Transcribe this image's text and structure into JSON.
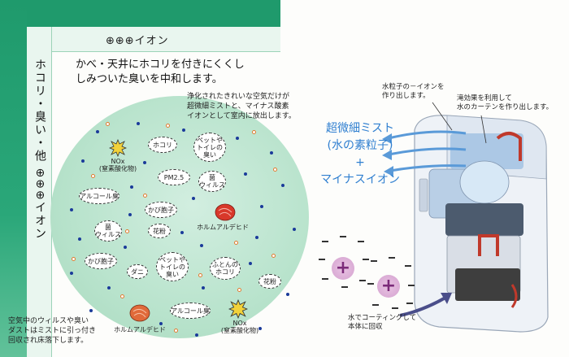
{
  "header": {
    "title": "⊕⊕⊕イオン"
  },
  "sidebar": {
    "vertical_title": "ホコリ・臭い・他 ⊕⊕⊕イオン"
  },
  "main": {
    "lead_line1": "かべ・天井にホコリを付きにくくし",
    "lead_line2": "しみついた臭いを中和します。",
    "sub_line1": "浄化されたきれいな空気だけが",
    "sub_line2": "超微細ミストと、マイナス酸素",
    "sub_line3": "イオンとして室内に放出します。",
    "bottom_line1": "空気中のウィルスや臭い",
    "bottom_line2": "ダストはミストに引っ付き",
    "bottom_line3": "回収され床落下します。"
  },
  "particles": {
    "hokori": "ホコリ",
    "nox_1": "NOx",
    "nox_1b": "(窒素酸化物)",
    "pet_toilet_1a": "ペットや",
    "pet_toilet_1b": "トイレの",
    "pet_toilet_1c": "臭い",
    "pm25": "PM2.5",
    "virus_1a": "菌",
    "virus_1b": "ウィルス",
    "alcohol_1": "アルコール臭",
    "kabi_1": "かび胞子",
    "formaldehyde_1": "ホルムアルデヒド",
    "virus_2a": "菌",
    "virus_2b": "ウィルス",
    "kafun_1": "花粉",
    "kabi_2": "かび胞子",
    "dani": "ダニ",
    "pet_toilet_2a": "ペットや",
    "pet_toilet_2b": "トイレの",
    "pet_toilet_2c": "臭い",
    "futon_a": "ふとんの",
    "futon_b": "ホコリ",
    "kafun_2": "花粉",
    "alcohol_2": "アルコール臭",
    "formaldehyde_2": "ホルムアルデヒド",
    "nox_2": "NOx",
    "nox_2b": "(窒素酸化物)"
  },
  "right": {
    "mist_line1": "超微細ミスト",
    "mist_line2": "(水の素粒子)",
    "plus": "+",
    "mist_line3": "マイナスイオン",
    "annot_water_a": "水粒子の－イオンを",
    "annot_water_b": "作り出します。",
    "annot_falls_a": "滝効果を利用して",
    "annot_falls_b": "水のカーテンを作り出します。",
    "annot_coat_a": "水でコーティングして",
    "annot_coat_b": "本体に回収"
  },
  "colors": {
    "green_band": "#1f9a6c",
    "mist_blue": "#2f7fd0",
    "ion_purple": "#7b2a79",
    "dot_blue": "#1a3a9a",
    "dot_orange": "#e07a2e"
  }
}
